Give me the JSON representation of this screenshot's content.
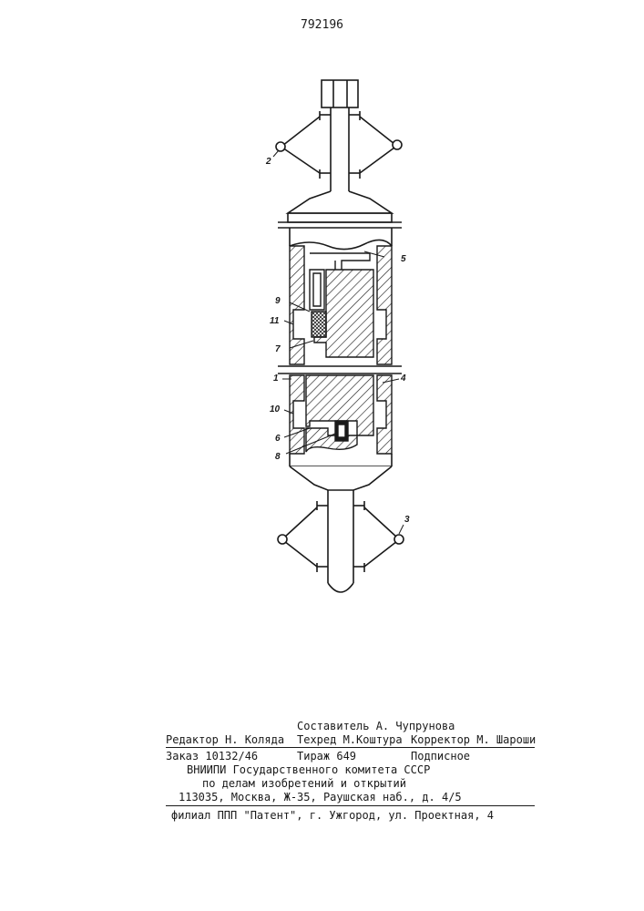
{
  "document_number": "792196",
  "figure": {
    "labels": {
      "l1": "1",
      "l2": "2",
      "l3": "3",
      "l4": "4",
      "l5": "5",
      "l6": "6",
      "l7": "7",
      "l8": "8",
      "l9": "9",
      "l10": "10",
      "l11": "11"
    }
  },
  "imprint": {
    "compiler": "Составитель А. Чупрунова",
    "editor": "Редактор Н. Коляда",
    "techred": "Техред М.Коштура",
    "corrector": "Корректор М. Шароши",
    "order": "Заказ 10132/46",
    "circulation": "Тираж 649",
    "subscription": "Подписное",
    "org_line1": "ВНИИПИ Государственного комитета СССР",
    "org_line2": "по делам изобретений и открытий",
    "address": "113035, Москва, Ж-35, Раушская наб., д. 4/5",
    "branch": "филиал ППП \"Патент\", г. Ужгород, ул. Проектная, 4"
  }
}
